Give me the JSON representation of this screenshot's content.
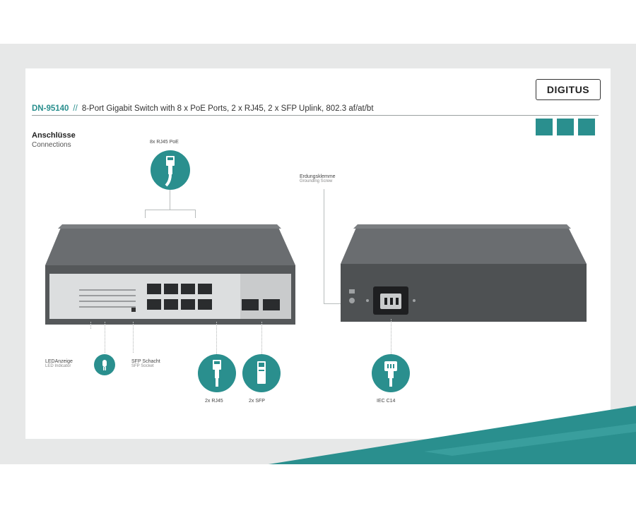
{
  "brand": {
    "logo_text": "DIGITUS"
  },
  "header": {
    "model": "DN-95140",
    "separator": "//",
    "description": "8-Port Gigabit Switch with 8 x PoE Ports, 2 x RJ45, 2 x SFP Uplink, 802.3 af/at/bt"
  },
  "badges": [
    "",
    "",
    ""
  ],
  "section": {
    "title": "Anschlüsse",
    "subtitle": "Connections"
  },
  "labels": {
    "poe_ports": "8x RJ45 PoE",
    "grounding": "Erdungsklemme",
    "grounding_en": "Grounding Screw",
    "led": "LEDAnzeige",
    "led_en": "LED Indicator",
    "sfp_slot": "SFP Schacht",
    "sfp_slot_en": "SFP Socket",
    "rj45": "2x RJ45",
    "sfp": "2x SFP",
    "power": "IEC C14"
  },
  "colors": {
    "accent": "#2a8f8e",
    "device_body": "#5e6163",
    "device_front": "#d9dbdc",
    "background_band": "#e7e8e8"
  },
  "icons": {
    "poe_ports": "rj45-cable-icon",
    "led": "led-icon",
    "rj45": "rj45-plug-icon",
    "sfp": "sfp-module-icon",
    "power": "iec-power-plug-icon"
  }
}
